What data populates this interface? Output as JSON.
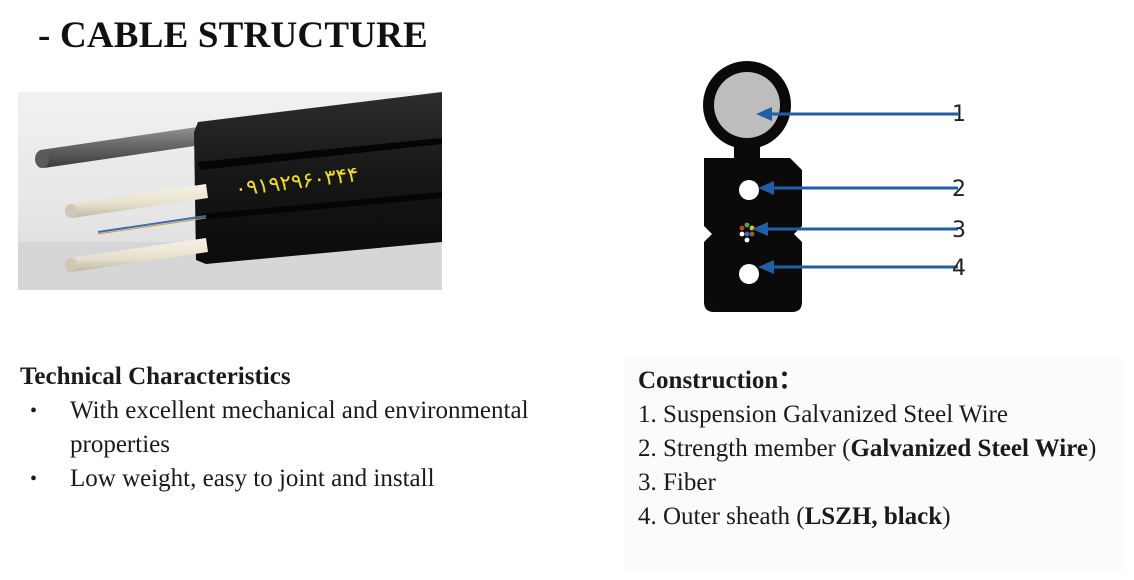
{
  "page": {
    "title": "- CABLE STRUCTURE"
  },
  "photo": {
    "printed_text": "۰۹۱۹۲۹۶۰۳۴۴",
    "printed_text_color": "#f2e11a"
  },
  "diagram": {
    "labels": [
      "1",
      "2",
      "3",
      "4"
    ],
    "arrow_color": "#1f5fa6",
    "sheath_color": "#0a0a0a"
  },
  "technical": {
    "heading": "Technical Characteristics",
    "bullet_glyph": "•",
    "items": [
      "With excellent mechanical and environmental properties",
      "Low weight, easy to joint and install"
    ]
  },
  "construction": {
    "heading": "Construction：",
    "item1": "1. Suspension Galvanized Steel Wire",
    "item2_prefix": "2. Strength member (",
    "item2_bold": "Galvanized Steel Wire",
    "item2_suffix": ")",
    "item3": "3. Fiber",
    "item4_prefix": "4. Outer sheath (",
    "item4_bold": "LSZH, black",
    "item4_suffix": ")"
  }
}
